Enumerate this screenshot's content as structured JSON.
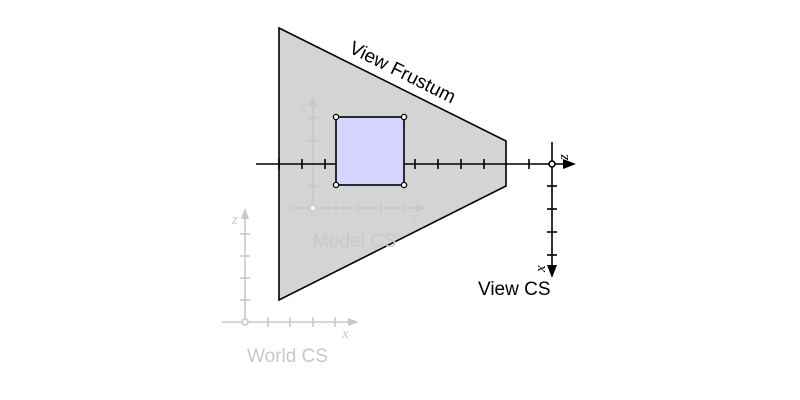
{
  "labels": {
    "frustum": "View Frustum",
    "view_cs": "View CS",
    "model_cs": "Model CS",
    "world_cs": "World CS"
  },
  "axes": {
    "view_z": "z",
    "view_x": "x",
    "model_z": "z",
    "model_x": "x",
    "world_z": "z",
    "world_x": "x"
  },
  "colors": {
    "frustum_fill": "#d4d4d4",
    "object_fill": "#d4d4ff",
    "ink": "#000000",
    "faded": "#c8c8c8"
  }
}
